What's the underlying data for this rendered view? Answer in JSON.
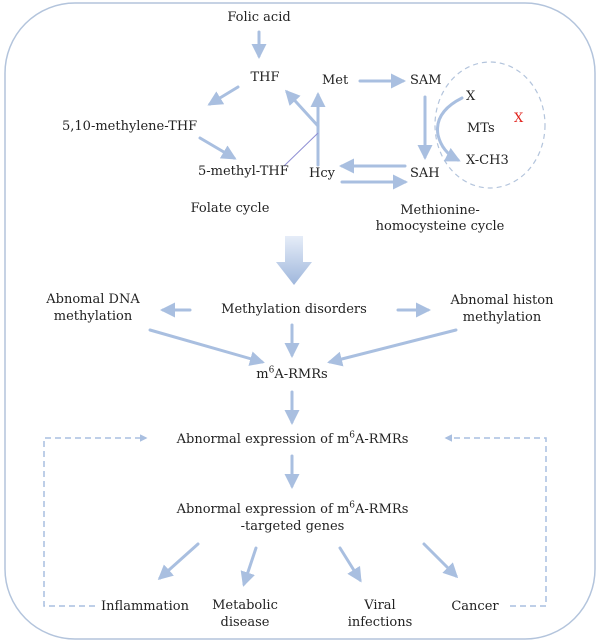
{
  "top": {
    "folic_acid": "Folic acid"
  },
  "folate_cycle": {
    "thf": "THF",
    "methylene_thf": "5,10-methylene-THF",
    "methyl_thf": "5-methyl-THF",
    "caption": "Folate cycle"
  },
  "methionine_cycle": {
    "met": "Met",
    "sam": "SAM",
    "hcy": "Hcy",
    "sah": "SAH",
    "caption_line1": "Methionine-",
    "caption_line2": "homocysteine cycle"
  },
  "methyltransferase": {
    "x": "X",
    "mts": "MTs",
    "x_ch3": "X-CH3",
    "inhibit_mark": "X"
  },
  "middle": {
    "methylation_disorders": "Methylation disorders",
    "dna_line1": "Abnomal DNA",
    "dna_line2": "methylation",
    "histon_line1": "Abnomal histon",
    "histon_line2": "methylation",
    "rmrs_prefix": "m",
    "rmrs_sup": "6",
    "rmrs_suffix": "A-RMRs"
  },
  "expression": {
    "line_prefix": "Abnormal expression of m",
    "sup": "6",
    "line_suffix": "A-RMRs"
  },
  "targeted": {
    "line1_prefix": "Abnormal expression of m",
    "line1_sup": "6",
    "line1_suffix": "A-RMRs",
    "line2": "-targeted genes"
  },
  "outcomes": {
    "inflammation": "Inflammation",
    "metabolic_line1": "Metabolic",
    "metabolic_line2": "disease",
    "viral_line1": "Viral",
    "viral_line2": "infections",
    "cancer": "Cancer"
  },
  "colors": {
    "arrow": "#a9bfe0",
    "border": "#b3c4dc",
    "inhibit": "#e0201a",
    "text": "#222222"
  }
}
